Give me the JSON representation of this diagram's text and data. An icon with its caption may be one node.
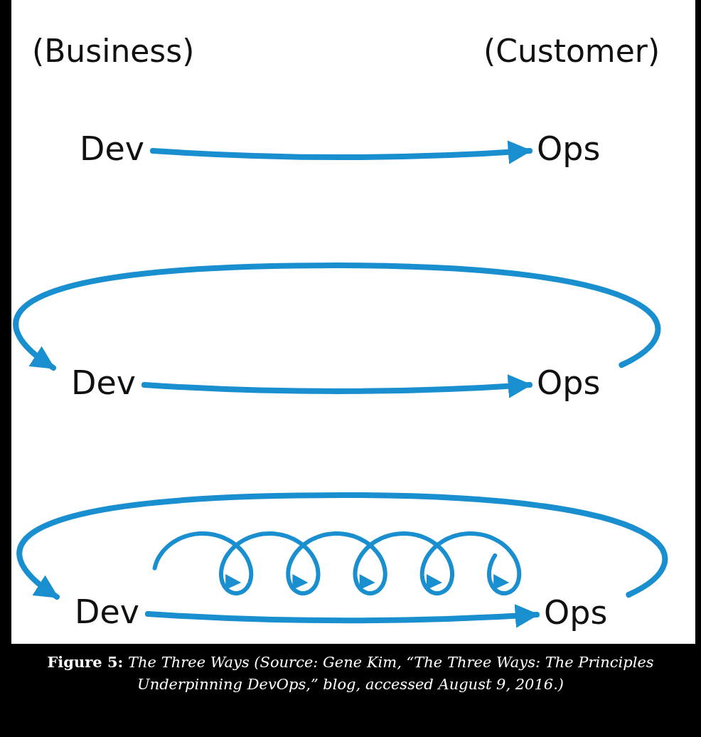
{
  "diagram": {
    "caption": "**Figure 5:** *The Three Ways (Source: Gene Kim, “The Three Ways: The Principles Underpinning DevOps,” blog, accessed August 9, 2016.)*",
    "nodes": [
      {
        "text": [
          "Dev"
        ]
      },
      {
        "text": [
          "Ops"
        ]
      },
      {
        "text": [
          "Dev"
        ]
      },
      {
        "text": [
          "Ops"
        ]
      },
      {
        "text": [
          "Dev"
        ]
      },
      {
        "text": [
          "Ops"
        ]
      }
    ],
    "edges": [
      {
        "from": 0,
        "to": 1,
        "arrow": "to"
      },
      {
        "from": 2,
        "to": 3,
        "arrow": "to"
      },
      {
        "from": 3,
        "to": 2,
        "arrow": "to"
      },
      {
        "from": 4,
        "to": 5,
        "arrow": "to"
      },
      {
        "from": 5,
        "to": 4,
        "arrow": "to"
      }
    ],
    "labels": [
      "(Business)",
      "(Customer)"
    ]
  }
}
